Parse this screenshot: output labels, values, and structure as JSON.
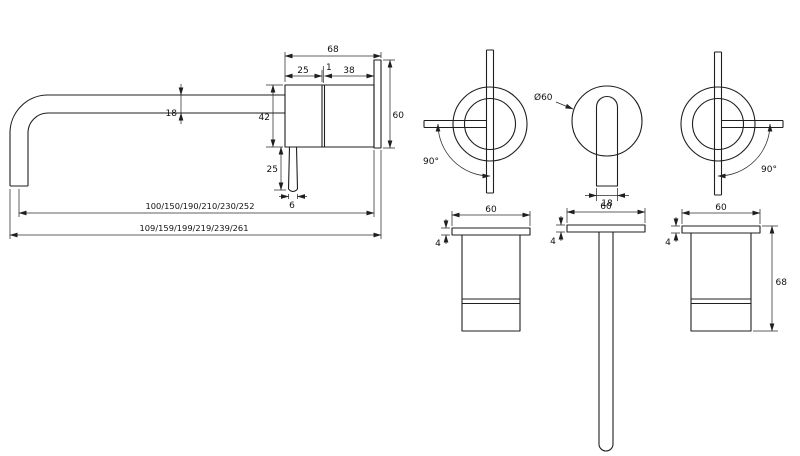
{
  "drawing": {
    "background": "#ffffff",
    "stroke_color": "#1f1f1f"
  },
  "side_view": {
    "dims": {
      "total_depth": "68",
      "body_front": "25",
      "gap": "1",
      "body_rear": "38",
      "spout_tube": "18",
      "body_height": "42",
      "handle_drop": "25",
      "handle_width": "6",
      "plate_height": "60",
      "reach": "100/150/190/210/230/252",
      "overall_reach": "109/159/199/219/239/261"
    }
  },
  "front_views": {
    "dims": {
      "plate_diameter": "Ø60",
      "left_handle_angle": "90°",
      "right_handle_angle": "90°",
      "spout_width": "18"
    }
  },
  "profile_views": {
    "dims": {
      "left_width": "60",
      "middle_width": "60",
      "right_width": "60",
      "left_thickness": "4",
      "middle_thickness": "4",
      "right_thickness": "4",
      "valve_height": "68"
    }
  }
}
